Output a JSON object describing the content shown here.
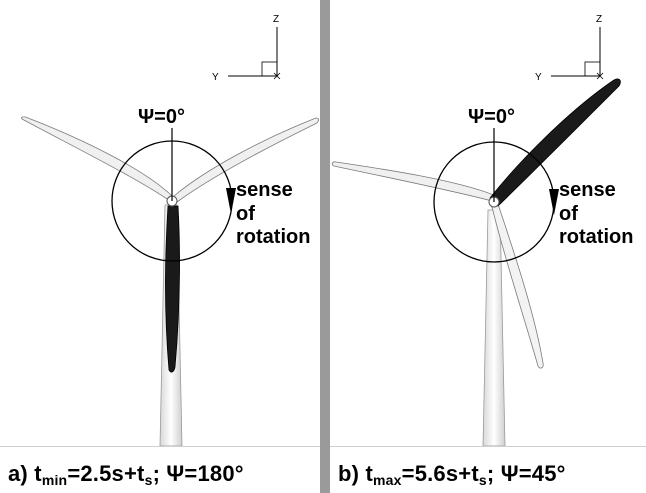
{
  "panels": {
    "a": {
      "psi_label": "Ψ=0°",
      "sense_lines": [
        "sense",
        "of",
        "rotation"
      ],
      "caption": {
        "prefix": "a) t",
        "sub1": "min",
        "mid": "=2.5s+t",
        "sub2": "s",
        "suffix": "; Ψ=180°"
      },
      "axes": {
        "z": "Z",
        "y": "Y"
      },
      "highlighted_blade_angle_deg": 180
    },
    "b": {
      "psi_label": "Ψ=0°",
      "sense_lines": [
        "sense",
        "of",
        "rotation"
      ],
      "caption": {
        "prefix": "b) t",
        "sub1": "max",
        "mid": "=5.6s+t",
        "sub2": "s",
        "suffix": "; Ψ=45°"
      },
      "axes": {
        "z": "Z",
        "y": "Y"
      },
      "highlighted_blade_angle_deg": 45
    }
  },
  "colors": {
    "divider": "#9a9a9a",
    "highlight_blade": "#1a1a1a",
    "blade": "#e6e6e6",
    "tower": "#eeeeee"
  }
}
